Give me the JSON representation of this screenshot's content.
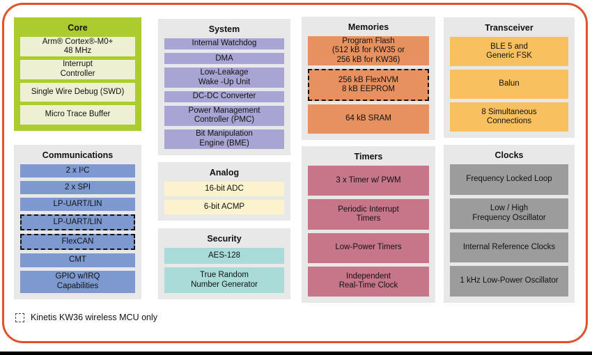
{
  "legend": {
    "label": "Kinetis KW36 wireless MCU only"
  },
  "colors": {
    "frame_border": "#E0522B",
    "bottom_bar": "#000000",
    "section_background": "#E8E8E8",
    "core_background": "#ACCB2F",
    "core_item": "#EDF0D2",
    "communications_item": "#7D99CF",
    "system_item": "#A8A4D3",
    "analog_item": "#FDF2CE",
    "security_item": "#A9DCD9",
    "memories_item": "#E6915F",
    "timers_item": "#C7768A",
    "transceiver_item": "#F9C05F",
    "clocks_item": "#9C9C9C"
  },
  "sections": {
    "core": {
      "title": "Core",
      "items": [
        {
          "text": "Arm® Cortex®-M0+\n48 MHz",
          "kw36_only": false
        },
        {
          "text": "Interrupt\nController",
          "kw36_only": false
        },
        {
          "text": "Single Wire Debug (SWD)",
          "kw36_only": false
        },
        {
          "text": "Micro Trace Buffer",
          "kw36_only": false
        }
      ]
    },
    "communications": {
      "title": "Communications",
      "items": [
        {
          "text": "2 x I²C",
          "kw36_only": false
        },
        {
          "text": "2 x SPI",
          "kw36_only": false
        },
        {
          "text": "LP-UART/LIN",
          "kw36_only": false
        },
        {
          "text": "LP-UART/LIN",
          "kw36_only": true
        },
        {
          "text": "FlexCAN",
          "kw36_only": true
        },
        {
          "text": "CMT",
          "kw36_only": false
        },
        {
          "text": "GPIO w/IRQ\nCapabilities",
          "kw36_only": false
        }
      ]
    },
    "system": {
      "title": "System",
      "items": [
        {
          "text": "Internal Watchdog",
          "kw36_only": false
        },
        {
          "text": "DMA",
          "kw36_only": false
        },
        {
          "text": "Low-Leakage\nWake -Up Unit",
          "kw36_only": false
        },
        {
          "text": "DC-DC Converter",
          "kw36_only": false
        },
        {
          "text": "Power Management\nController (PMC)",
          "kw36_only": false
        },
        {
          "text": "Bit Manipulation\nEngine (BME)",
          "kw36_only": false
        }
      ]
    },
    "analog": {
      "title": "Analog",
      "items": [
        {
          "text": "16-bit ADC",
          "kw36_only": false
        },
        {
          "text": "6-bit ACMP",
          "kw36_only": false
        }
      ]
    },
    "security": {
      "title": "Security",
      "items": [
        {
          "text": "AES-128",
          "kw36_only": false
        },
        {
          "text": "True Random\nNumber Generator",
          "kw36_only": false
        }
      ]
    },
    "memories": {
      "title": "Memories",
      "items": [
        {
          "text": "Program Flash\n(512 kB for KW35 or\n256 kB for KW36)",
          "kw36_only": false
        },
        {
          "text": "256 kB FlexNVM\n8 kB EEPROM",
          "kw36_only": true
        },
        {
          "text": "64 kB SRAM",
          "kw36_only": false
        }
      ]
    },
    "timers": {
      "title": "Timers",
      "items": [
        {
          "text": "3 x Timer w/ PWM",
          "kw36_only": false
        },
        {
          "text": "Periodic Interrupt\nTimers",
          "kw36_only": false
        },
        {
          "text": "Low-Power Timers",
          "kw36_only": false
        },
        {
          "text": "Independent\nReal-Time Clock",
          "kw36_only": false
        }
      ]
    },
    "transceiver": {
      "title": "Transceiver",
      "items": [
        {
          "text": "BLE 5 and\nGeneric FSK",
          "kw36_only": false
        },
        {
          "text": "Balun",
          "kw36_only": false
        },
        {
          "text": "8 Simultaneous\nConnections",
          "kw36_only": false
        }
      ]
    },
    "clocks": {
      "title": "Clocks",
      "items": [
        {
          "text": "Frequency Locked Loop",
          "kw36_only": false
        },
        {
          "text": "Low / High\nFrequency Oscillator",
          "kw36_only": false
        },
        {
          "text": "Internal Reference Clocks",
          "kw36_only": false
        },
        {
          "text": "1 kHz Low-Power Oscillator",
          "kw36_only": false
        }
      ]
    }
  }
}
